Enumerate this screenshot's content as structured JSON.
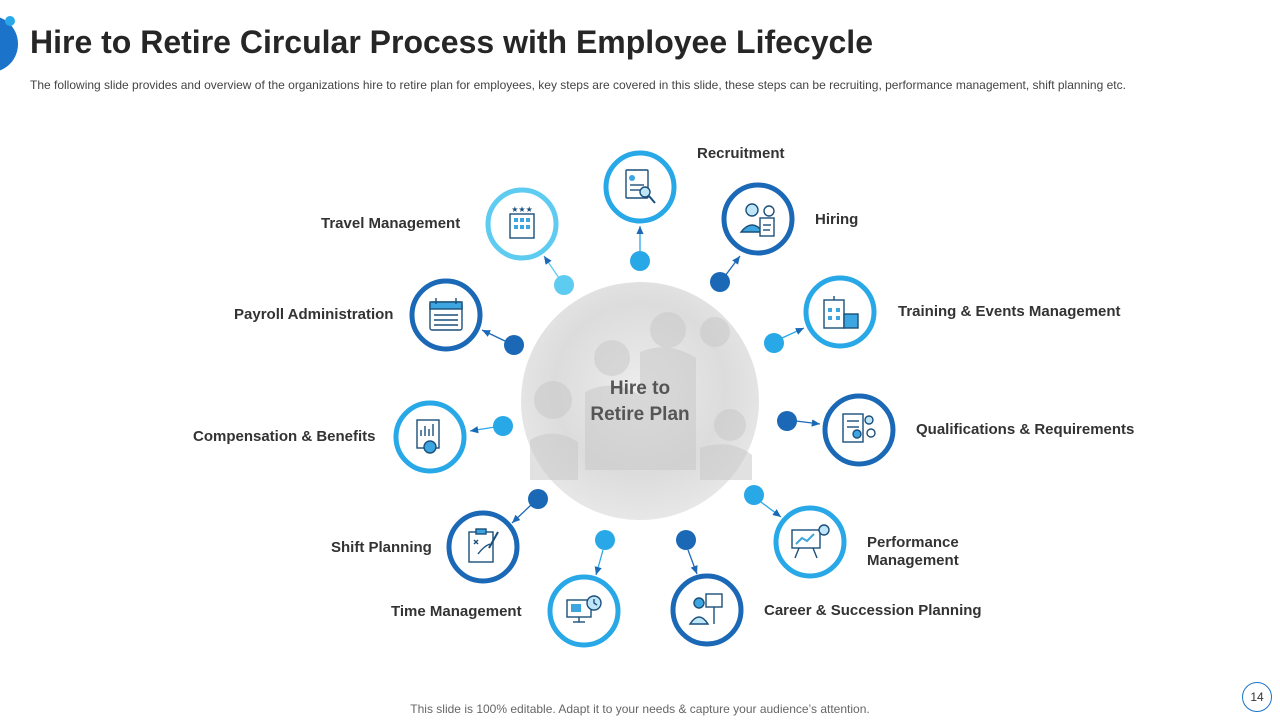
{
  "header": {
    "title": "Hire to Retire Circular Process with Employee Lifecycle",
    "subtitle": "The following slide provides  and overview  of the organizations  hire to retire plan for employees, key steps are covered  in this slide, these steps can be recruiting, performance  management, shift planning etc."
  },
  "center": {
    "line1": "Hire to",
    "line2": "Retire Plan"
  },
  "steps": [
    {
      "label": "Recruitment",
      "icon": "resume-search-icon"
    },
    {
      "label": "Hiring",
      "icon": "interview-icon"
    },
    {
      "label": "Training & Events Management",
      "icon": "training-board-icon"
    },
    {
      "label": "Qualifications & Requirements",
      "icon": "certificate-award-icon"
    },
    {
      "label_line1": "Performance",
      "label_line2": "Management",
      "icon": "presentation-chart-icon"
    },
    {
      "label": "Career & Succession Planning",
      "icon": "career-presentation-icon"
    },
    {
      "label": "Time Management",
      "icon": "computer-clock-icon"
    },
    {
      "label": "Shift Planning",
      "icon": "strategy-clipboard-icon"
    },
    {
      "label": "Compensation & Benefits",
      "icon": "money-chart-icon"
    },
    {
      "label": "Payroll Administration",
      "icon": "calendar-icon"
    },
    {
      "label": "Travel Management",
      "icon": "hotel-building-icon"
    }
  ],
  "colors": {
    "dark_blue": "#1b69b6",
    "light_blue": "#29a8e8",
    "pale_blue": "#5ecbf0"
  },
  "footer": {
    "note": "This slide is 100% editable. Adapt it to your needs & capture your audience’s attention.",
    "page_number": "14"
  }
}
